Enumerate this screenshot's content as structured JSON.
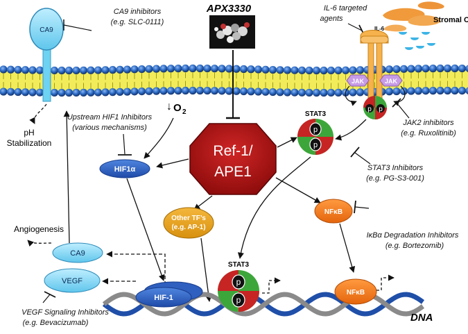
{
  "drug": {
    "name": "APX3330"
  },
  "center": {
    "line1": "Ref-1/",
    "line2": "APE1"
  },
  "stromal": {
    "label": "Stromal Cells",
    "il6": "IL-6"
  },
  "receptor": {
    "jak_left": "JAK",
    "jak_right": "JAK",
    "p": "p"
  },
  "inhibitors": {
    "ca9": {
      "line1": "CA9 inhibitors",
      "line2": "(e.g. SLC-0111)"
    },
    "il6": {
      "line1": "IL-6 targeted",
      "line2": "agents"
    },
    "hif": {
      "line1": "Upstream HIF1 Inhibitors",
      "line2": "(various mechanisms)"
    },
    "jak2": {
      "line1": "JAK2 inhibitors",
      "line2": "(e.g. Ruxolitinib)"
    },
    "stat3": {
      "line1": "STAT3 Inhibitors",
      "line2": "(e.g. PG-S3-001)"
    },
    "ikb": {
      "line1": "IκBα Degradation Inhibitors",
      "line2": "(e.g. Bortezomib)"
    },
    "vegf": {
      "line1": "VEGF Signaling  Inhibitors",
      "line2": "(e.g. Bevacizumab)"
    }
  },
  "nodes": {
    "ca9_membrane": "CA9",
    "hif1a": "HIF1α",
    "other_tf_line1": "Other TF’s",
    "other_tf_line2": "(e.g. AP-1)",
    "nfkb_top": "NFκB",
    "nfkb_dna": "NFκB",
    "hif1": "HIF-1",
    "ca9_cyto": "CA9",
    "vegf": "VEGF",
    "stat3_top": "STAT3",
    "stat3_dna": "STAT3"
  },
  "labels": {
    "ph_line1": "pH",
    "ph_line2": "Stabilization",
    "o2": "O",
    "o2_sub": "2",
    "angiogenesis": "Angiogenesis",
    "dna": "DNA"
  },
  "colors": {
    "membrane_blue": "#2f6fc9",
    "membrane_yellow": "#e8e034",
    "ref1_red": "#b51212",
    "node_blue": "#2f5fbf",
    "node_orange": "#e8a418",
    "nfkb_orange": "#f07a1c",
    "light_blue": "#7ad0f0",
    "dna_blue": "#1f4fa8",
    "dna_gray": "#8a8a8a"
  }
}
